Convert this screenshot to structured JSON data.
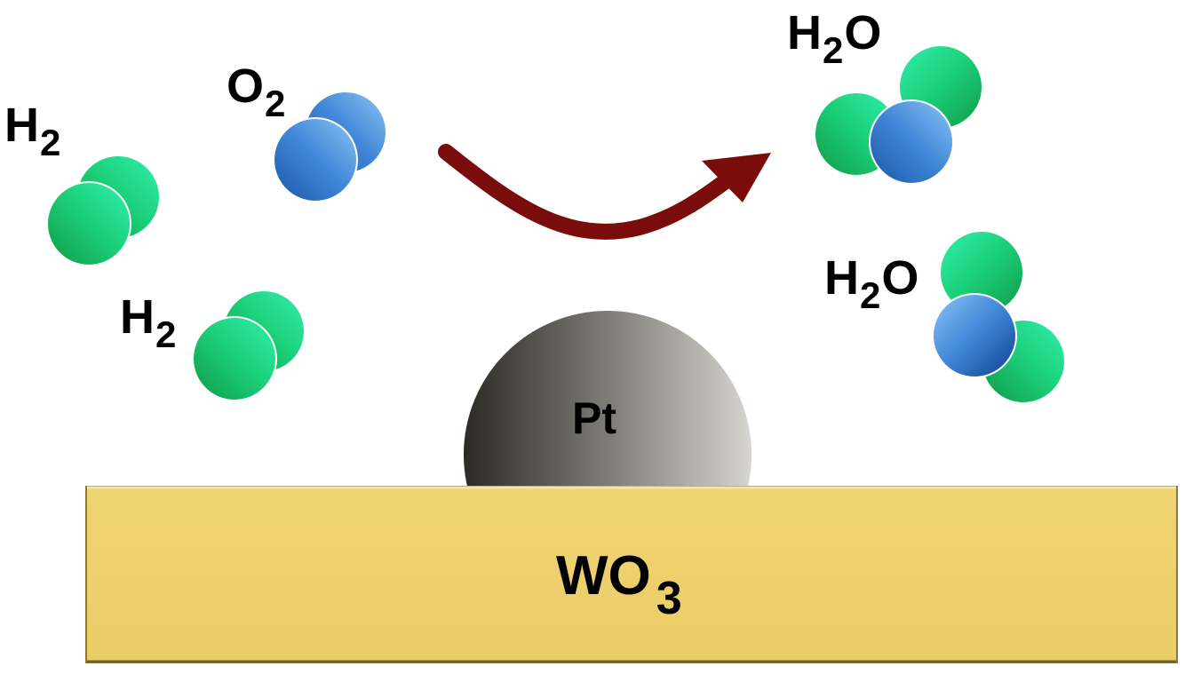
{
  "molecules": [
    {
      "id": "h2-left",
      "formula_main": "H",
      "formula_sub": "2",
      "formula_tail": "",
      "atoms": [
        "hydrogen",
        "hydrogen"
      ]
    },
    {
      "id": "o2",
      "formula_main": "O",
      "formula_sub": "2",
      "formula_tail": "",
      "atoms": [
        "oxygen",
        "oxygen"
      ]
    },
    {
      "id": "h2-lower",
      "formula_main": "H",
      "formula_sub": "2",
      "formula_tail": "",
      "atoms": [
        "hydrogen",
        "hydrogen"
      ]
    },
    {
      "id": "h2o-top",
      "formula_main": "H",
      "formula_sub": "2",
      "formula_tail": "O",
      "atoms": [
        "hydrogen",
        "hydrogen",
        "oxygen"
      ]
    },
    {
      "id": "h2o-mid",
      "formula_main": "H",
      "formula_sub": "2",
      "formula_tail": "O",
      "atoms": [
        "hydrogen",
        "hydrogen",
        "oxygen"
      ]
    }
  ],
  "catalyst": {
    "label": "Pt",
    "color": "#8a8a86"
  },
  "substrate": {
    "label_main": "WO",
    "label_sub": "3",
    "color": "#edd06c"
  },
  "arrow": {
    "color": "#7a0c0c",
    "meaning": "reaction"
  },
  "colors": {
    "hydrogen": "#22cc77",
    "oxygen": "#3d7fd4"
  }
}
